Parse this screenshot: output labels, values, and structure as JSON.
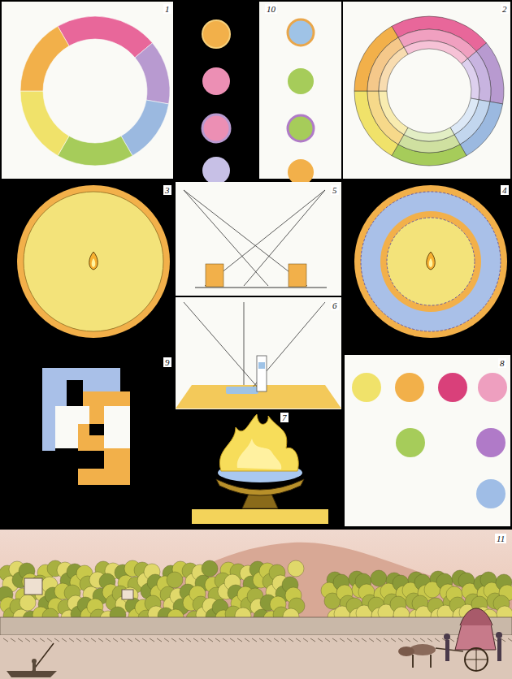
{
  "diagram": {
    "labels": [
      "1",
      "10",
      "2",
      "3",
      "5",
      "4",
      "6",
      "9",
      "8",
      "7",
      "11"
    ]
  }
}
